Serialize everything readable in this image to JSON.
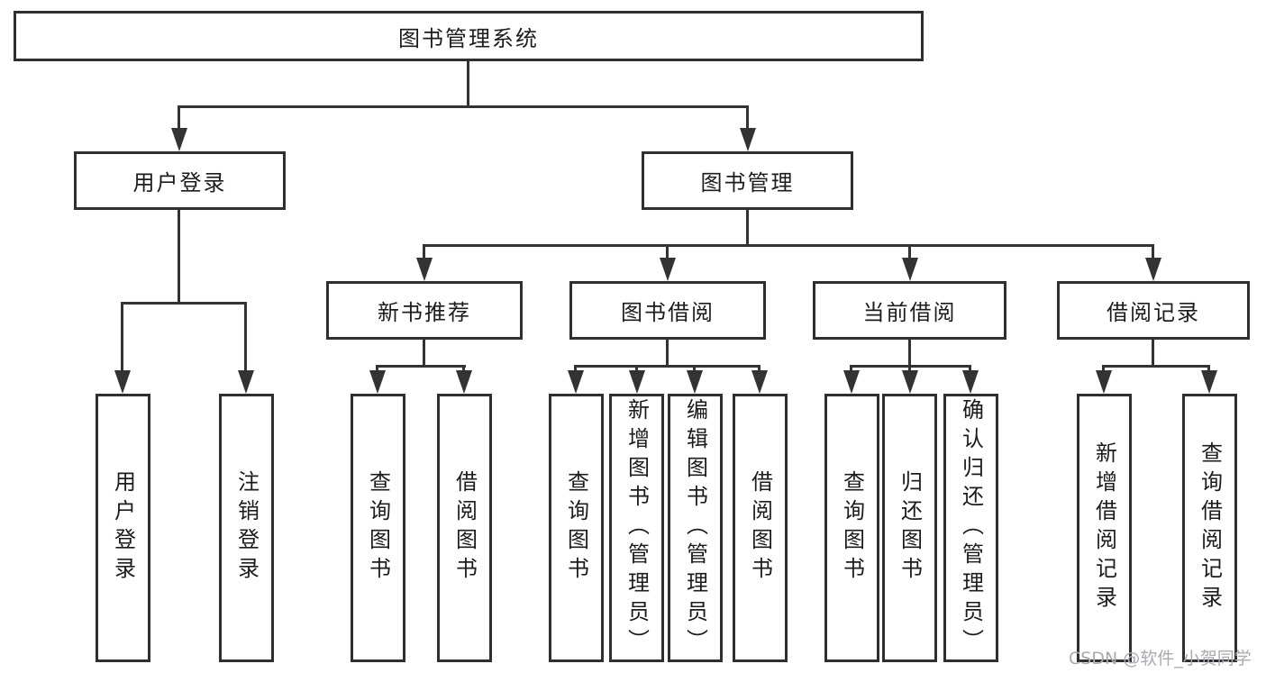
{
  "watermark": "CSDN @软件_小贺同学",
  "colors": {
    "line": "#333333",
    "border": "#2f2f2f",
    "text": "#1c1c1c",
    "background": "#ffffff",
    "watermark": "#a9a9b0"
  },
  "tree": {
    "root": {
      "label": "图书管理系统",
      "children": [
        {
          "label": "用户登录",
          "children": [
            {
              "label": "用户登录"
            },
            {
              "label": "注销登录"
            }
          ]
        },
        {
          "label": "图书管理",
          "children": [
            {
              "label": "新书推荐",
              "children": [
                {
                  "label": "查询图书"
                },
                {
                  "label": "借阅图书"
                }
              ]
            },
            {
              "label": "图书借阅",
              "children": [
                {
                  "label": "查询图书"
                },
                {
                  "label": "新增图书（管理员）"
                },
                {
                  "label": "编辑图书（管理员）"
                },
                {
                  "label": "借阅图书"
                }
              ]
            },
            {
              "label": "当前借阅",
              "children": [
                {
                  "label": "查询图书"
                },
                {
                  "label": "归还图书"
                },
                {
                  "label": "确认归还（管理员）"
                }
              ]
            },
            {
              "label": "借阅记录",
              "children": [
                {
                  "label": "新增借阅记录"
                },
                {
                  "label": "查询借阅记录"
                }
              ]
            }
          ]
        }
      ]
    }
  }
}
